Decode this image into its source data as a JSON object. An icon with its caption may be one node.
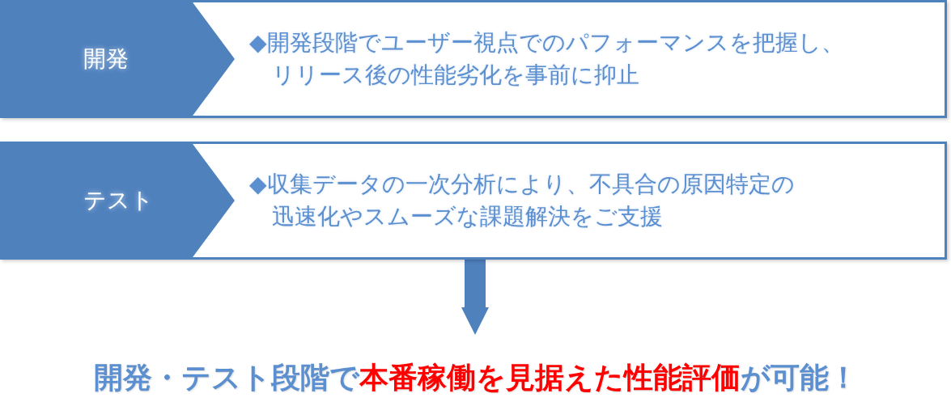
{
  "diagram": {
    "nodes": [
      {
        "text": [
          "◆開発段階でユーザー視点でのパフォーマンスを把握し、リリース後の性能劣化を事前に抑止"
        ]
      },
      {
        "text": [
          "開発"
        ],
        "in": 0
      },
      {
        "text": [
          "◆収集データの一次分析により、不具合の原因特定の迅速化やスムーズな課題解決をご支援"
        ]
      },
      {
        "text": [
          "テスト"
        ],
        "in": 2
      },
      {
        "text": [
          "開発・テスト段階で**本番稼働を見据えた性能評価**が可能！"
        ]
      }
    ],
    "edges": [
      {
        "from": 2,
        "to": 4,
        "arrow": "to"
      }
    ]
  }
}
